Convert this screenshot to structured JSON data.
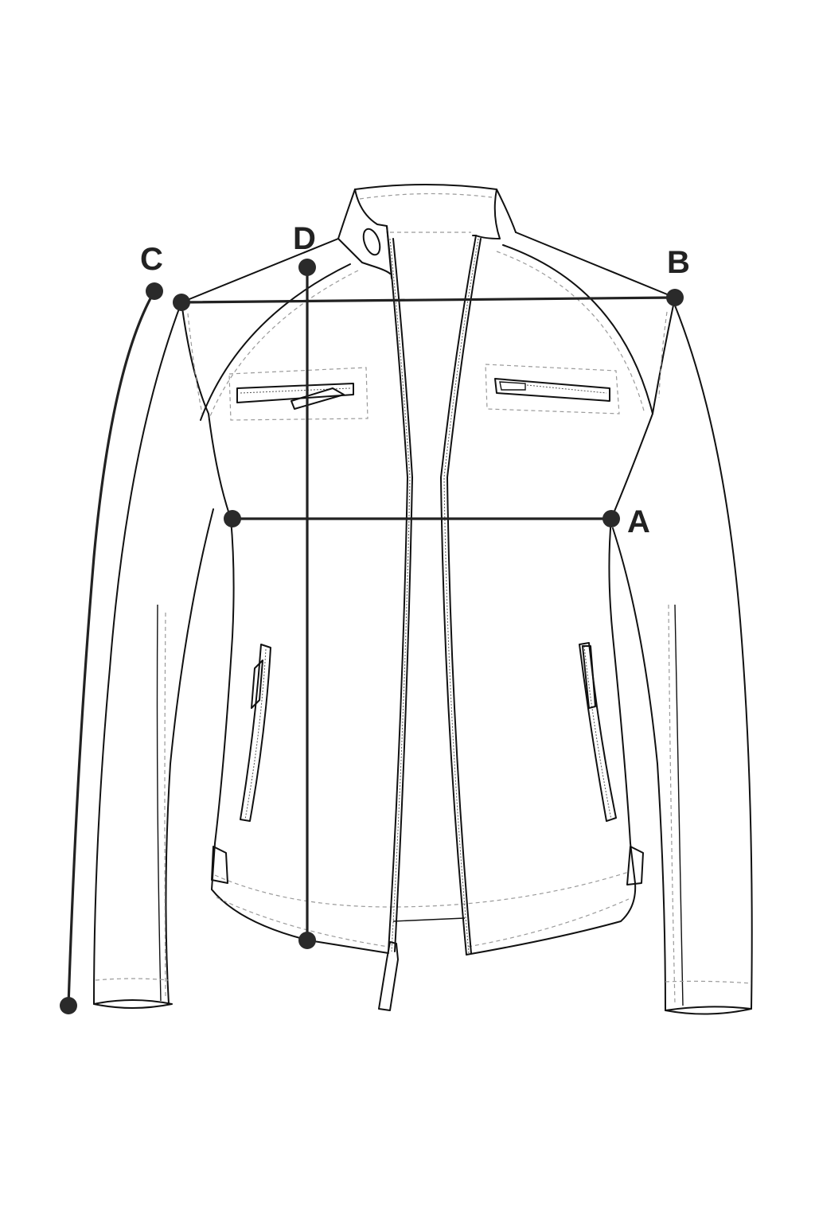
{
  "diagram": {
    "subject": "Jacket technical flat sketch with measurement points",
    "colors": {
      "line": "#111111",
      "stitch": "#9a9a9a",
      "measure": "#222222",
      "background": "#ffffff"
    },
    "measurements": [
      {
        "id": "A",
        "label": "A",
        "description": "Chest width (underarm to underarm)"
      },
      {
        "id": "B",
        "label": "B",
        "description": "Shoulder width"
      },
      {
        "id": "C",
        "label": "C",
        "description": "Sleeve length"
      },
      {
        "id": "D",
        "label": "D",
        "description": "Body length (shoulder to hem)"
      }
    ],
    "features": [
      "stand collar",
      "front zip",
      "two chest zip pockets",
      "two side zip pockets",
      "waist side tabs",
      "raglan seams",
      "sleeve cuffs"
    ]
  }
}
